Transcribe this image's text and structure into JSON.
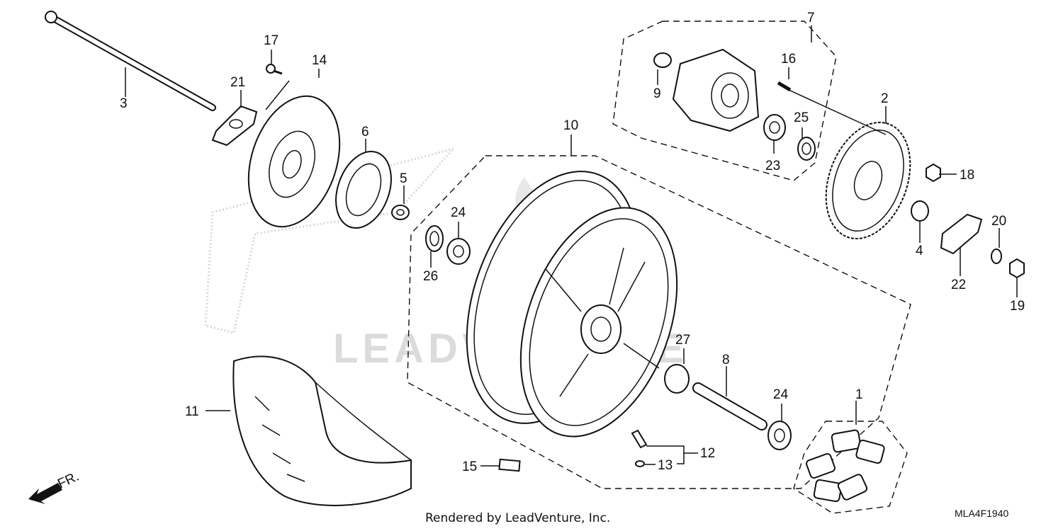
{
  "callouts": {
    "p1": "1",
    "p2": "2",
    "p3": "3",
    "p4": "4",
    "p5": "5",
    "p6": "6",
    "p7": "7",
    "p8": "8",
    "p9": "9",
    "p10": "10",
    "p11": "11",
    "p12": "12",
    "p13": "13",
    "p14": "14",
    "p15": "15",
    "p16": "16",
    "p17": "17",
    "p18": "18",
    "p19": "19",
    "p20": "20",
    "p21": "21",
    "p22": "22",
    "p23": "23",
    "p24a": "24",
    "p24b": "24",
    "p25": "25",
    "p26": "26",
    "p27": "27"
  },
  "footer": {
    "credit": "Rendered by LeadVenture, Inc.",
    "diagram_code": "MLA4F1940"
  },
  "direction": {
    "label": "FR."
  },
  "watermark": {
    "text": "LEADVENTURE"
  }
}
